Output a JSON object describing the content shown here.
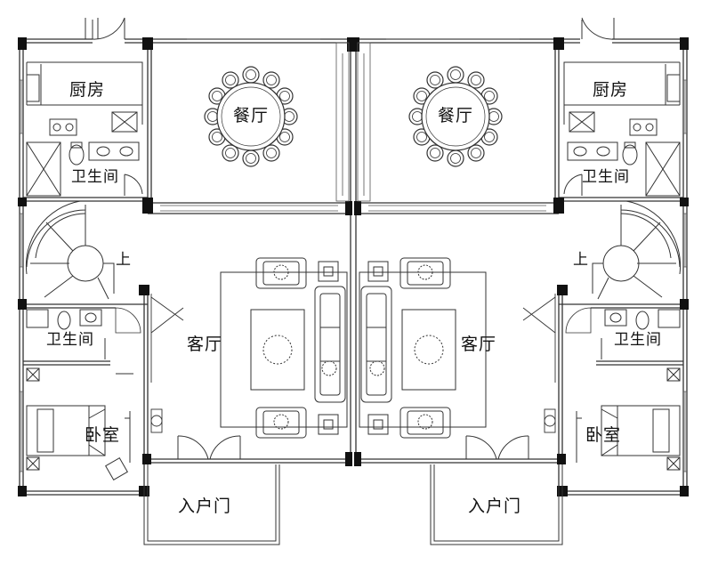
{
  "rooms": {
    "kitchen_left": "厨房",
    "kitchen_right": "厨房",
    "dining_left": "餐厅",
    "dining_right": "餐厅",
    "bath_upper_left": "卫生间",
    "bath_upper_right": "卫生间",
    "stair_up_left": "上",
    "stair_up_right": "上",
    "bath_lower_left": "卫生间",
    "bath_lower_right": "卫生间",
    "living_left": "客厅",
    "living_right": "客厅",
    "bedroom_left": "卧室",
    "bedroom_right": "卧室",
    "entrance_left": "入户门",
    "entrance_right": "入户门"
  },
  "colors": {
    "line": "#333333",
    "wall": "#111111",
    "background": "#ffffff"
  }
}
